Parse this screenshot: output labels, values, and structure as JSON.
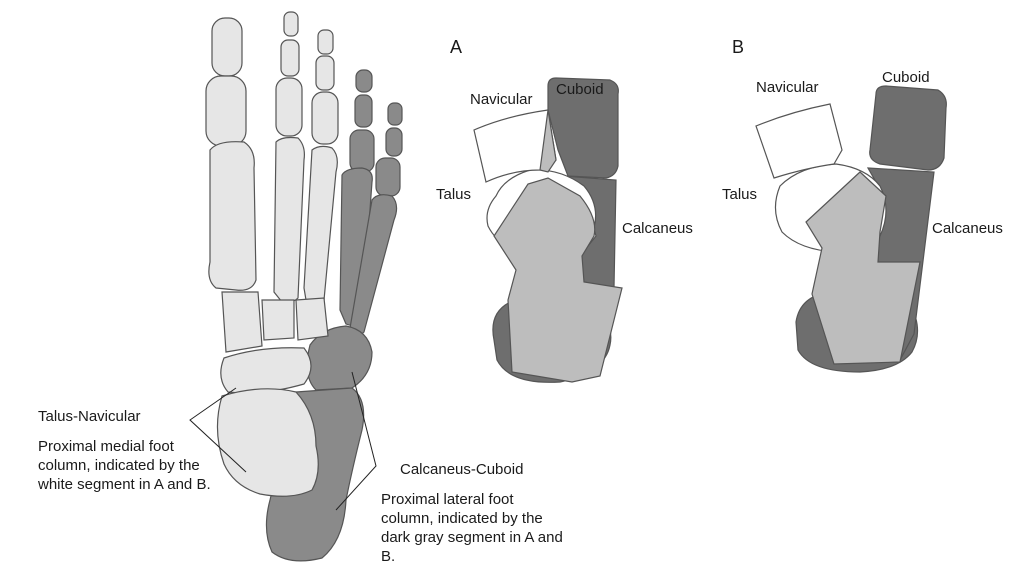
{
  "panels": {
    "a": {
      "letter": "A",
      "labels": {
        "navicular": "Navicular",
        "cuboid": "Cuboid",
        "talus": "Talus",
        "calcaneus": "Calcaneus"
      }
    },
    "b": {
      "letter": "B",
      "labels": {
        "navicular": "Navicular",
        "cuboid": "Cuboid",
        "talus": "Talus",
        "calcaneus": "Calcaneus"
      }
    }
  },
  "captions": {
    "talus_navicular": {
      "title": "Talus-Navicular",
      "description": "Proximal medial foot column, indicated by the white segment in A and B."
    },
    "calcaneus_cuboid": {
      "title": "Calcaneus-Cuboid",
      "description": "Proximal lateral foot column, indicated by the dark gray segment in A and B."
    }
  },
  "colors": {
    "light_bone": "#e6e6e6",
    "dark_bone": "#8a8a8a",
    "outline": "#555555",
    "segment_dark": "#6e6e6e",
    "segment_light": "#bdbdbd",
    "segment_white": "#ffffff"
  }
}
